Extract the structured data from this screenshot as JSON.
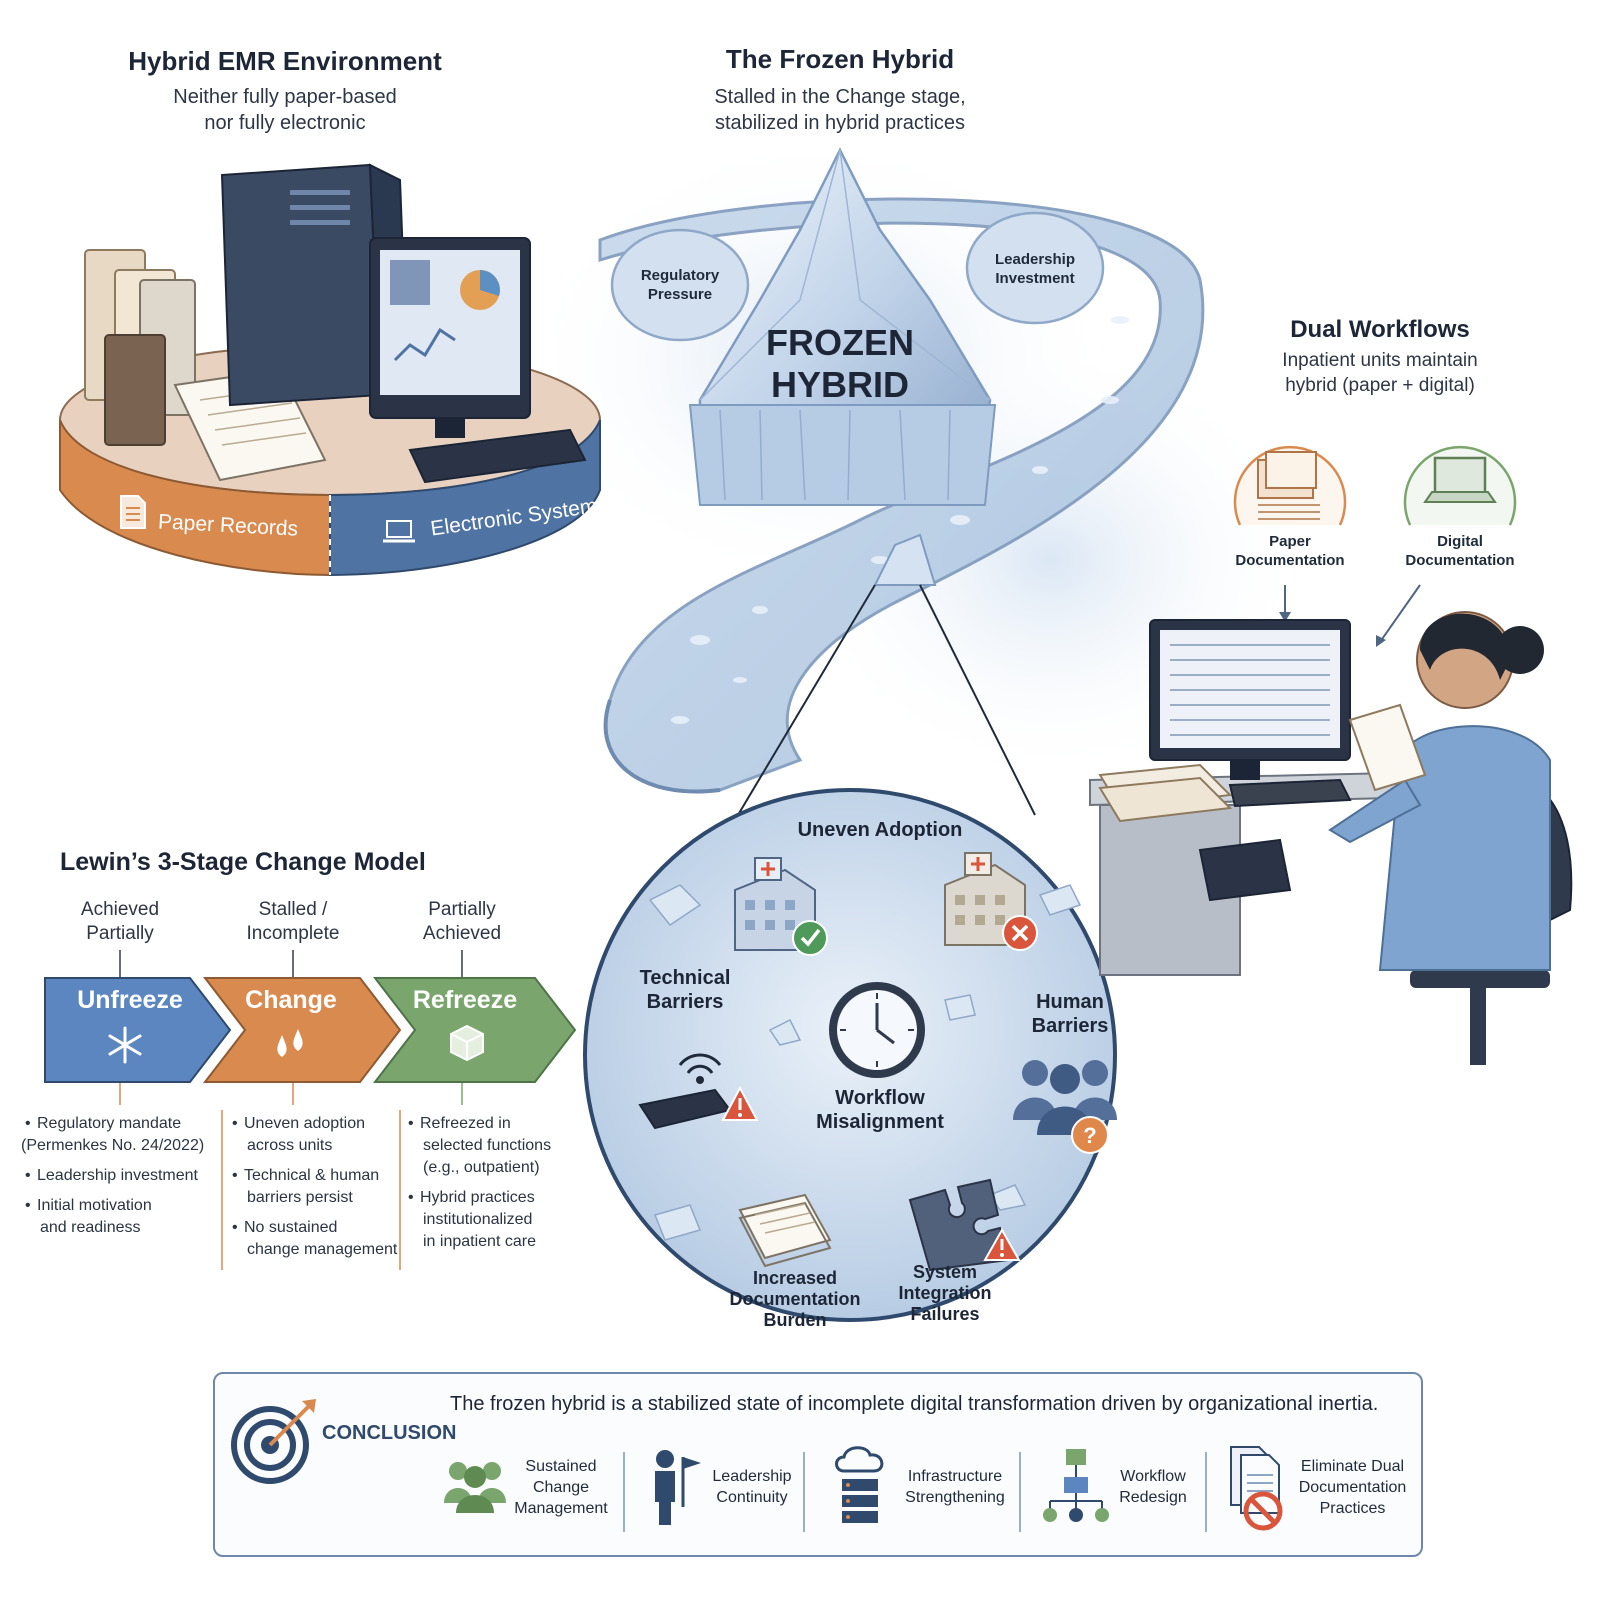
{
  "hybrid_emr": {
    "title": "Hybrid EMR Environment",
    "subtitle_line1": "Neither fully paper-based",
    "subtitle_line2": "nor fully electronic",
    "paper_label": "Paper Records",
    "electronic_label": "Electronic System"
  },
  "frozen_hybrid": {
    "title": "The Frozen Hybrid",
    "subtitle_line1": "Stalled in the Change stage,",
    "subtitle_line2": "stabilized in hybrid practices",
    "iceberg_line1": "FROZEN",
    "iceberg_line2": "HYBRID",
    "boulder_left_line1": "Regulatory",
    "boulder_left_line2": "Pressure",
    "boulder_right_line1": "Leadership",
    "boulder_right_line2": "Investment"
  },
  "dual_workflows": {
    "title": "Dual Workflows",
    "subtitle_line1": "Inpatient units maintain",
    "subtitle_line2": "hybrid (paper + digital)",
    "paper_doc_line1": "Paper",
    "paper_doc_line2": "Documentation",
    "digital_doc_line1": "Digital",
    "digital_doc_line2": "Documentation"
  },
  "barriers": {
    "uneven": "Uneven Adoption",
    "technical_line1": "Technical",
    "technical_line2": "Barriers",
    "human_line1": "Human",
    "human_line2": "Barriers",
    "workflow_line1": "Workflow",
    "workflow_line2": "Misalignment",
    "documentation_line1": "Increased",
    "documentation_line2": "Documentation",
    "documentation_line3": "Burden",
    "integration_line1": "System",
    "integration_line2": "Integration",
    "integration_line3": "Failures"
  },
  "lewin": {
    "title": "Lewin’s 3-Stage Change Model",
    "stages": [
      {
        "status_line1": "Achieved",
        "status_line2": "Partially",
        "name": "Unfreeze",
        "color": "#5b86bf",
        "bullets": [
          [
            "Regulatory mandate",
            "(Permenkes No. 24/2022)"
          ],
          [
            "Leadership investment"
          ],
          [
            "Initial motivation",
            "and readiness"
          ]
        ]
      },
      {
        "status_line1": "Stalled /",
        "status_line2": "Incomplete",
        "name": "Change",
        "color": "#d98a4e",
        "bullets": [
          [
            "Uneven adoption",
            "across units"
          ],
          [
            "Technical & human",
            "barriers persist"
          ],
          [
            "No sustained",
            "change management"
          ]
        ]
      },
      {
        "status_line1": "Partially",
        "status_line2": "Achieved",
        "name": "Refreeze",
        "color": "#7aa56c",
        "bullets": [
          [
            "Refreezed in",
            "selected functions",
            "(e.g., outpatient)"
          ],
          [
            "Hybrid practices",
            "institutionalized",
            "in inpatient care"
          ]
        ]
      }
    ]
  },
  "conclusion": {
    "heading": "CONCLUSION",
    "statement": "The frozen hybrid is a stabilized state of incomplete digital transformation driven by organizational inertia.",
    "items": [
      {
        "line1": "Sustained",
        "line2": "Change",
        "line3": "Management"
      },
      {
        "line1": "Leadership",
        "line2": "Continuity",
        "line3": ""
      },
      {
        "line1": "Infrastructure",
        "line2": "Strengthening",
        "line3": ""
      },
      {
        "line1": "Workflow",
        "line2": "Redesign",
        "line3": ""
      },
      {
        "line1": "Eliminate Dual",
        "line2": "Documentation",
        "line3": "Practices"
      }
    ]
  },
  "colors": {
    "ice": "#c9d9ec",
    "ice_dark": "#8fa8c8",
    "navy": "#2f4a6d",
    "orange": "#d98a4e",
    "green": "#7aa56c",
    "blue": "#5b86bf",
    "red": "#d9553b"
  }
}
